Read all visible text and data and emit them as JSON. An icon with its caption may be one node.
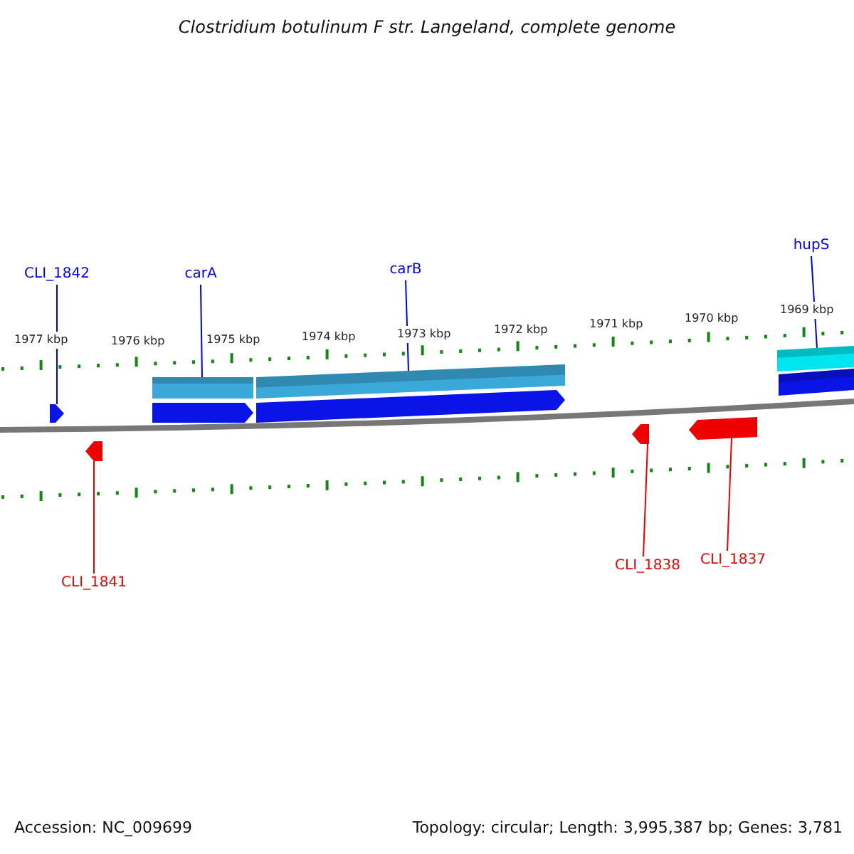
{
  "diagram": {
    "title": "Clostridium botulinum F str. Langeland, complete genome",
    "nodes": [
      {
        "text": [
          "CLI_1842"
        ]
      },
      {
        "text": [
          "carA"
        ]
      },
      {
        "text": [
          "carB"
        ]
      },
      {
        "text": [
          "hupS"
        ]
      },
      {
        "text": [],
        "shape": "arrow"
      },
      {
        "text": [],
        "shape": "bar"
      },
      {
        "text": [],
        "shape": "bar"
      },
      {
        "text": [],
        "shape": "bar"
      },
      {
        "text": [],
        "shape": "arrow"
      },
      {
        "text": [],
        "shape": "arrow"
      },
      {
        "text": [],
        "shape": "bar"
      },
      {
        "text": [],
        "shape": "arrow"
      },
      {
        "text": [],
        "shape": "arrow"
      },
      {
        "text": [],
        "shape": "arrow"
      },
      {
        "text": [
          "CLI_1841"
        ]
      },
      {
        "text": [
          "CLI_1838"
        ]
      },
      {
        "text": [
          "CLI_1837"
        ]
      }
    ],
    "edges": [
      {
        "from": 0,
        "to": 4,
        "arrow": "none"
      },
      {
        "from": 1,
        "to": 5,
        "arrow": "none"
      },
      {
        "from": 2,
        "to": 6,
        "arrow": "none"
      },
      {
        "from": 3,
        "to": 7,
        "arrow": "none"
      },
      {
        "from": 14,
        "to": 11,
        "arrow": "none",
        "color": "#ee0000"
      },
      {
        "from": 15,
        "to": 12,
        "arrow": "none",
        "color": "#ee0000"
      },
      {
        "from": 16,
        "to": 13,
        "arrow": "none",
        "color": "#ee0000"
      }
    ],
    "labels": [
      "1977 kbp",
      "1976 kbp",
      "1975 kbp",
      "1974 kbp",
      "1973 kbp",
      "1972 kbp",
      "1971 kbp",
      "1970 kbp",
      "1969 kbp",
      "Accession: NC_009699",
      "Topology: circular; Length: 3,995,387 bp; Genes: 3,781"
    ]
  }
}
